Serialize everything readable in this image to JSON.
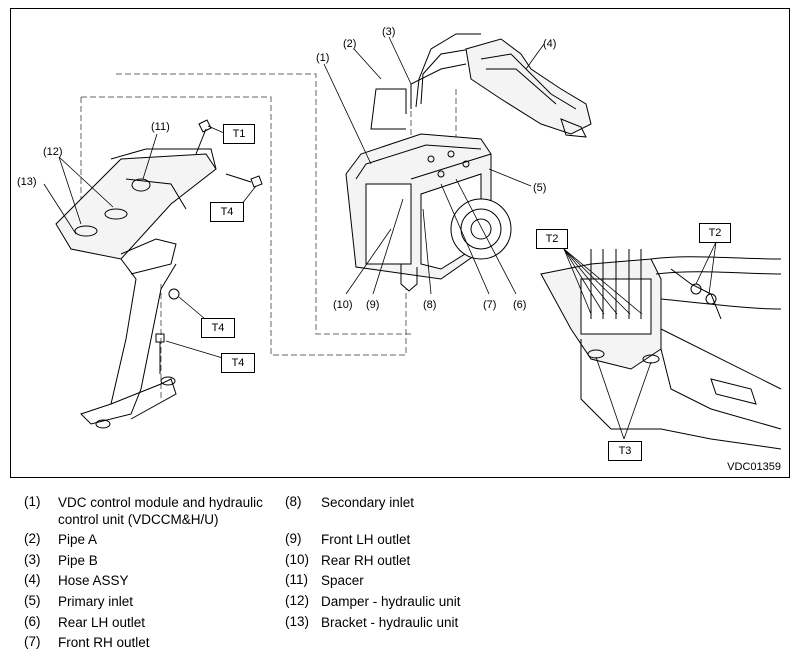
{
  "figure_id": "VDC01359",
  "callouts": {
    "c1": "(1)",
    "c2": "(2)",
    "c3": "(3)",
    "c4": "(4)",
    "c5": "(5)",
    "c6": "(6)",
    "c7": "(7)",
    "c8": "(8)",
    "c9": "(9)",
    "c10": "(10)",
    "c11": "(11)",
    "c12": "(12)",
    "c13": "(13)"
  },
  "torque_labels": {
    "t1": "T1",
    "t2a": "T2",
    "t2b": "T2",
    "t3": "T3",
    "t4a": "T4",
    "t4b": "T4",
    "t4c": "T4"
  },
  "legend_left": [
    {
      "num": "(1)",
      "line1": "VDC control module and hydraulic",
      "line2": "control unit (VDCCM&H/U)"
    },
    {
      "num": "(2)",
      "line1": "Pipe A"
    },
    {
      "num": "(3)",
      "line1": "Pipe B"
    },
    {
      "num": "(4)",
      "line1": "Hose ASSY"
    },
    {
      "num": "(5)",
      "line1": "Primary inlet"
    },
    {
      "num": "(6)",
      "line1": "Rear LH outlet"
    },
    {
      "num": "(7)",
      "line1": "Front RH outlet"
    }
  ],
  "legend_right": [
    {
      "num": "(8)",
      "line1": "Secondary inlet"
    },
    {
      "num": "(9)",
      "line1": "Front LH outlet"
    },
    {
      "num": "(10)",
      "line1": "Rear RH outlet"
    },
    {
      "num": "(11)",
      "line1": "Spacer"
    },
    {
      "num": "(12)",
      "line1": "Damper - hydraulic unit"
    },
    {
      "num": "(13)",
      "line1": "Bracket - hydraulic unit"
    }
  ]
}
